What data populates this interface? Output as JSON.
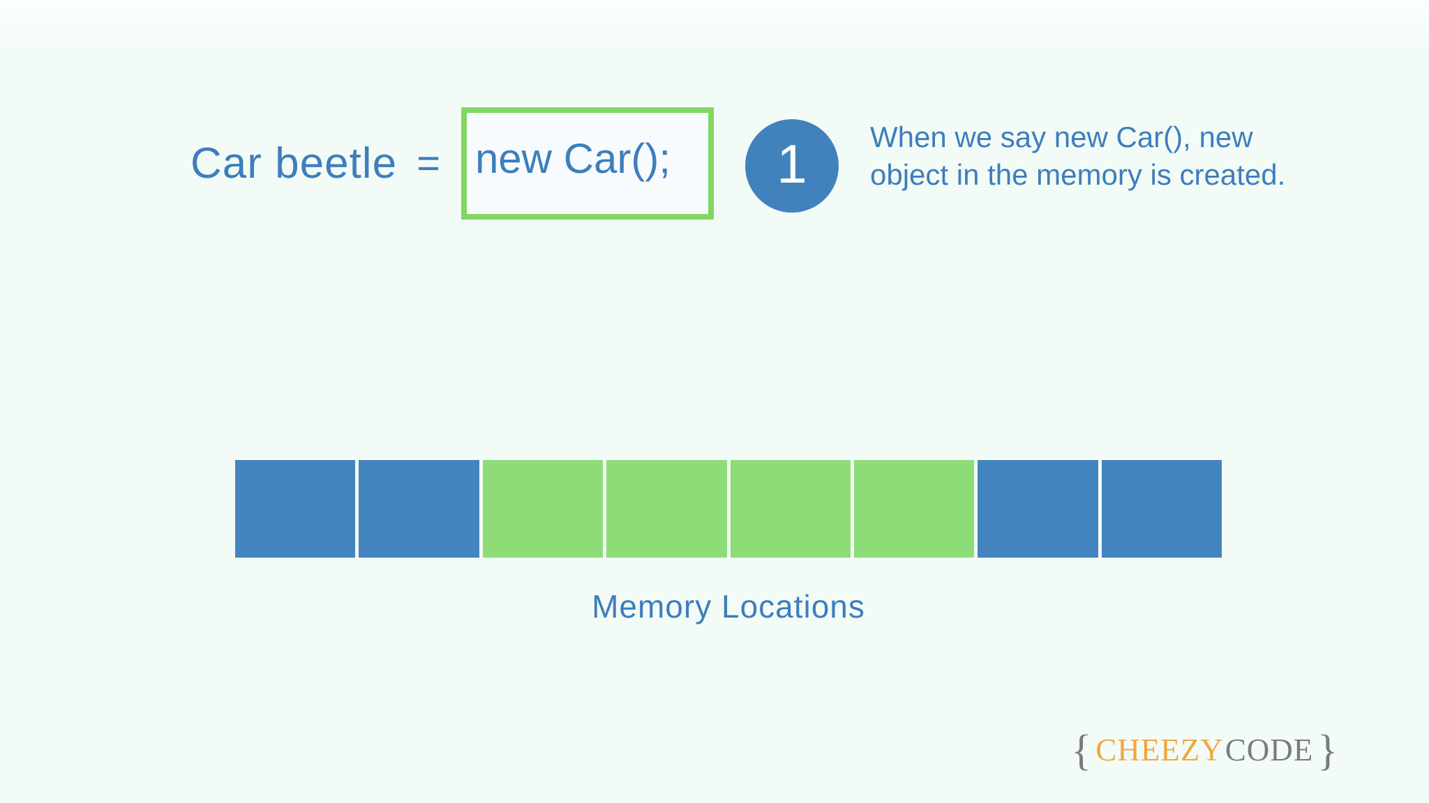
{
  "slide": {
    "statement": {
      "variable_text": "Car beetle",
      "equals_sign": "=",
      "code_text": "new Car();"
    },
    "step_callout": {
      "number": "1",
      "line1": "When we say new Car(), new",
      "line2": "object in the memory is created."
    },
    "memory_bar": {
      "label": "Memory Locations",
      "cells": [
        {
          "state": "blue"
        },
        {
          "state": "blue"
        },
        {
          "state": "green"
        },
        {
          "state": "green"
        },
        {
          "state": "green"
        },
        {
          "state": "green"
        },
        {
          "state": "blue"
        },
        {
          "state": "blue"
        }
      ]
    },
    "logo": {
      "open_brace": "{",
      "brand_primary": "CHEEZY",
      "brand_secondary": "CODE",
      "close_brace": "}"
    },
    "colors": {
      "background": "#f3fbf7",
      "text_blue": "#3d7ebd",
      "cell_blue": "#4484bf",
      "cell_green": "#8edc78",
      "box_border_green": "#82d763",
      "circle_blue": "#4182bd",
      "logo_orange": "#f0a73c",
      "logo_gray": "#797b7e"
    }
  }
}
